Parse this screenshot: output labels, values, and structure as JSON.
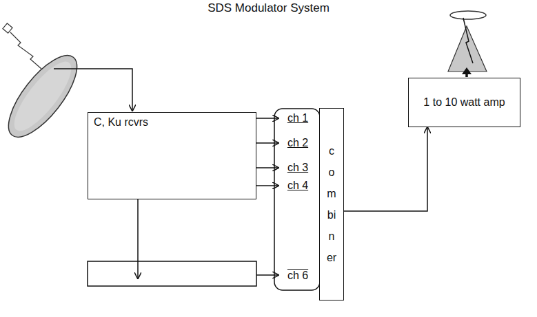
{
  "diagram": {
    "title": "SDS Modulator System",
    "nodes": [
      {
        "text": [
          "C, Ku rcvrs"
        ]
      },
      {
        "text": [
          "ch 1"
        ]
      },
      {
        "text": [
          "ch 2"
        ]
      },
      {
        "text": [
          "ch 3"
        ]
      },
      {
        "text": [
          "ch 4"
        ]
      },
      {
        "text": [
          "ch 6"
        ]
      },
      {
        "text": [
          "combiner"
        ]
      },
      {
        "text": [
          "1 to 10 watt amp"
        ]
      }
    ],
    "edges": [
      {
        "from": 0,
        "to": 1,
        "arrow": "to"
      },
      {
        "from": 0,
        "to": 2,
        "arrow": "to"
      },
      {
        "from": 0,
        "to": 3,
        "arrow": "to"
      },
      {
        "from": 0,
        "to": 4,
        "arrow": "to"
      },
      {
        "from": 6,
        "to": 7,
        "arrow": "to"
      }
    ]
  }
}
